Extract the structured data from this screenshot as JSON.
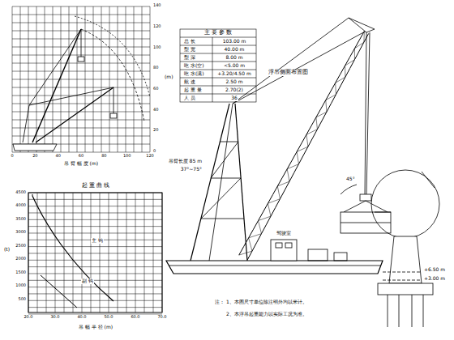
{
  "diagram": {
    "labels": [
      "主 要 参 数",
      "总 长",
      "103.00 m",
      "型 宽",
      "40.00 m",
      "型 深",
      "8.00 m",
      "吃 水(空)",
      "<5.00 m",
      "吃 水(满)",
      "+3.20/4.50 m",
      "航 速",
      "2.50 m",
      "起 重 量",
      "2.70(2)",
      "人 员",
      "36",
      "浮吊侧面布置图",
      "吊臂长度 85 m",
      "37°~75°",
      "45°",
      "驾驶室",
      "+6.50 m",
      "+3.00 m",
      "注：",
      "1、本图尺寸单位除注明外均以米计。",
      "2、本浮吊起重能力以实际工况为准。",
      "0",
      "20",
      "40",
      "60",
      "80",
      "100",
      "120",
      "0",
      "20",
      "40",
      "60",
      "80",
      "100",
      "120",
      "140",
      "吊 臂 幅 度 (m)",
      "(m)",
      "起 重 曲 线",
      "4500",
      "4000",
      "3500",
      "3000",
      "2500",
      "2000",
      "1500",
      "1000",
      "500",
      "20.0",
      "30.0",
      "40.0",
      "50.0",
      "60.0",
      "70.0",
      "吊 幅 半 径 (m)",
      "(t)",
      "主 钩",
      "副 钩"
    ]
  }
}
